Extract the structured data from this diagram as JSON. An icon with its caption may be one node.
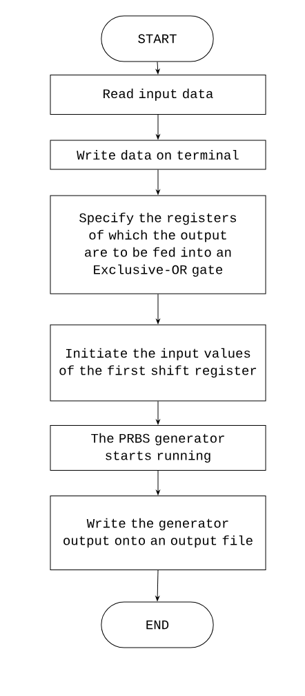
{
  "diagram": {
    "nodes": [
      {
        "text": [
          "START"
        ]
      },
      {
        "text": [
          "Read input data"
        ]
      },
      {
        "text": [
          "Write data on terminal"
        ]
      },
      {
        "text": [
          "Specify the registers of which the output are to be fed into an Exclusive-OR gate"
        ]
      },
      {
        "text": [
          "Initiate the input values of the first shift register"
        ]
      },
      {
        "text": [
          "The PRBS generator starts running"
        ]
      },
      {
        "text": [
          "Write the generator output onto an output file"
        ]
      },
      {
        "text": [
          "END"
        ]
      }
    ],
    "edges": [
      {
        "from": 0,
        "to": 1,
        "arrow": "to"
      },
      {
        "from": 1,
        "to": 2,
        "arrow": "to"
      },
      {
        "from": 2,
        "to": 3,
        "arrow": "to"
      },
      {
        "from": 3,
        "to": 4,
        "arrow": "to"
      },
      {
        "from": 4,
        "to": 5,
        "arrow": "to"
      },
      {
        "from": 5,
        "to": 6,
        "arrow": "to"
      },
      {
        "from": 6,
        "to": 7,
        "arrow": "to"
      }
    ]
  }
}
